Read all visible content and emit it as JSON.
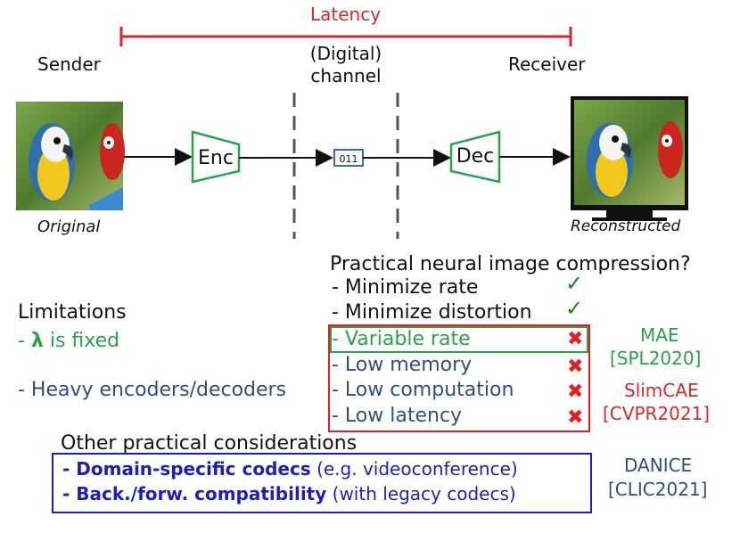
{
  "diagram": {
    "latency_label": "Latency",
    "sender_label": "Sender",
    "receiver_label": "Receiver",
    "channel_line1": "(Digital)",
    "channel_line2": "channel",
    "original_label": "Original",
    "reconstructed_label": "Reconstructed",
    "encoder_label": "Enc",
    "decoder_label": "Dec",
    "bits_label": "011"
  },
  "practical": {
    "title": "Practical neural image compression?",
    "items": [
      {
        "text": "- Minimize rate",
        "status": "check"
      },
      {
        "text": "- Minimize distortion",
        "status": "check"
      },
      {
        "text": "- Variable rate",
        "status": "cross"
      },
      {
        "text": "- Low memory",
        "status": "cross"
      },
      {
        "text": "- Low computation",
        "status": "cross"
      },
      {
        "text": "- Low latency",
        "status": "cross"
      }
    ]
  },
  "limitations": {
    "title": "Limitations",
    "item1_prefix": "- ",
    "item1_lambda": "λ",
    "item1_rest": " is fixed",
    "item2": "- Heavy encoders/decoders"
  },
  "refs": {
    "mae_name": "MAE",
    "mae_ref": "[SPL2020]",
    "slim_name": "SlimCAE",
    "slim_ref": "[CVPR2021]",
    "danice_name": "DANICE",
    "danice_ref": "[CLIC2021]"
  },
  "other": {
    "title": "Other practical considerations",
    "line1_bold": "- Domain-specific codecs",
    "line1_rest": " (e.g. videoconference)",
    "line2_bold": "- Back./forw. compatibility",
    "line2_rest": " (with legacy codecs)"
  },
  "colors": {
    "latency": "#d42a2a",
    "green": "#2aa24a",
    "blue_text": "#2f4f7f",
    "navy": "#1f1fb8",
    "red": "#d42a2a"
  }
}
